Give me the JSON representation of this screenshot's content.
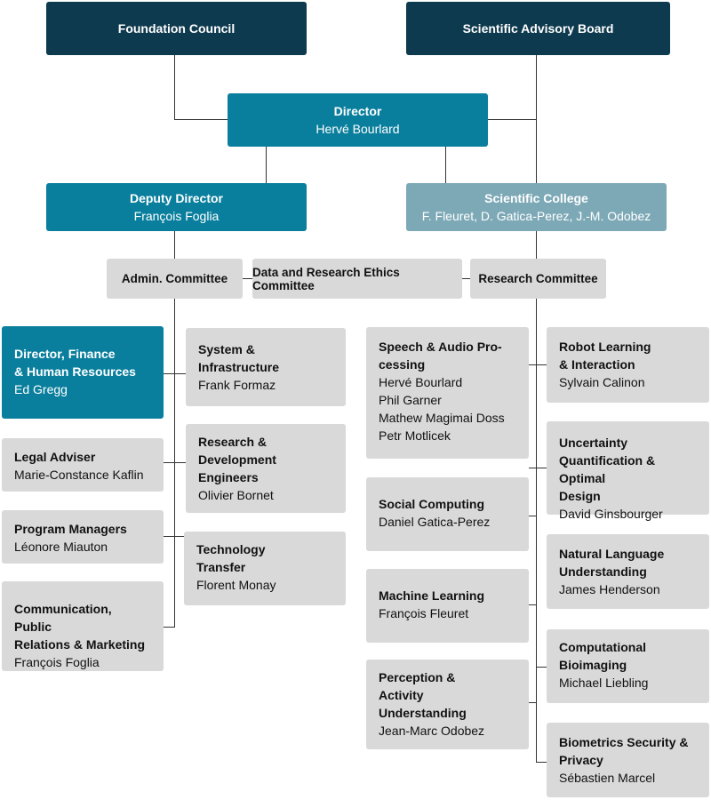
{
  "top": {
    "foundation_council": "Foundation Council",
    "scientific_advisory_board": "Scientific Advisory Board"
  },
  "director": {
    "title": "Director",
    "name": "Hervé Bourlard"
  },
  "deputy": {
    "title": "Deputy Director",
    "name": "François Foglia"
  },
  "college": {
    "title": "Scientific College",
    "names": "F. Fleuret, D. Gatica-Perez, J.-M. Odobez"
  },
  "committees": {
    "admin": "Admin. Committee",
    "ethics": "Data and Research Ethics Committee",
    "research": "Research Committee"
  },
  "admin_left": [
    {
      "title_lines": [
        "Director, Finance",
        "& Human Resources"
      ],
      "name": "Ed Gregg"
    },
    {
      "title_lines": [
        "Legal Adviser"
      ],
      "name": "Marie-Constance Kaflin"
    },
    {
      "title_lines": [
        "Program Managers"
      ],
      "name": "Léonore Miauton"
    },
    {
      "title_lines": [
        "Communication, Public",
        "Relations & Marketing"
      ],
      "name": "François Foglia"
    }
  ],
  "admin_right": [
    {
      "title_lines": [
        "System &",
        "Infrastructure"
      ],
      "name": "Frank Formaz"
    },
    {
      "title_lines": [
        "Research &",
        "Development",
        "Engineers"
      ],
      "name": "Olivier Bornet"
    },
    {
      "title_lines": [
        "Technology",
        "Transfer"
      ],
      "name": "Florent Monay"
    }
  ],
  "research_left": [
    {
      "title_lines": [
        "Speech & Audio Pro-",
        "cessing"
      ],
      "names": [
        "Hervé Bourlard",
        "Phil Garner",
        "Mathew Magimai Doss",
        "Petr Motlicek"
      ]
    },
    {
      "title_lines": [
        "Social Computing"
      ],
      "names": [
        "Daniel Gatica-Perez"
      ]
    },
    {
      "title_lines": [
        "Machine Learning"
      ],
      "names": [
        "François Fleuret"
      ]
    },
    {
      "title_lines": [
        "Perception &",
        "Activity",
        "Understanding"
      ],
      "names": [
        "Jean-Marc Odobez"
      ]
    }
  ],
  "research_right": [
    {
      "title_lines": [
        "Robot Learning",
        "& Interaction"
      ],
      "names": [
        "Sylvain Calinon"
      ]
    },
    {
      "title_lines": [
        "Uncertainty",
        "Quantification & Optimal",
        "Design"
      ],
      "names": [
        "David Ginsbourger"
      ]
    },
    {
      "title_lines": [
        "Natural Language",
        "Understanding"
      ],
      "names": [
        "James Henderson"
      ]
    },
    {
      "title_lines": [
        "Computational",
        "Bioimaging"
      ],
      "names": [
        "Michael Liebling"
      ]
    },
    {
      "title_lines": [
        "Biometrics Security &",
        "Privacy"
      ],
      "names": [
        "Sébastien Marcel"
      ]
    }
  ]
}
